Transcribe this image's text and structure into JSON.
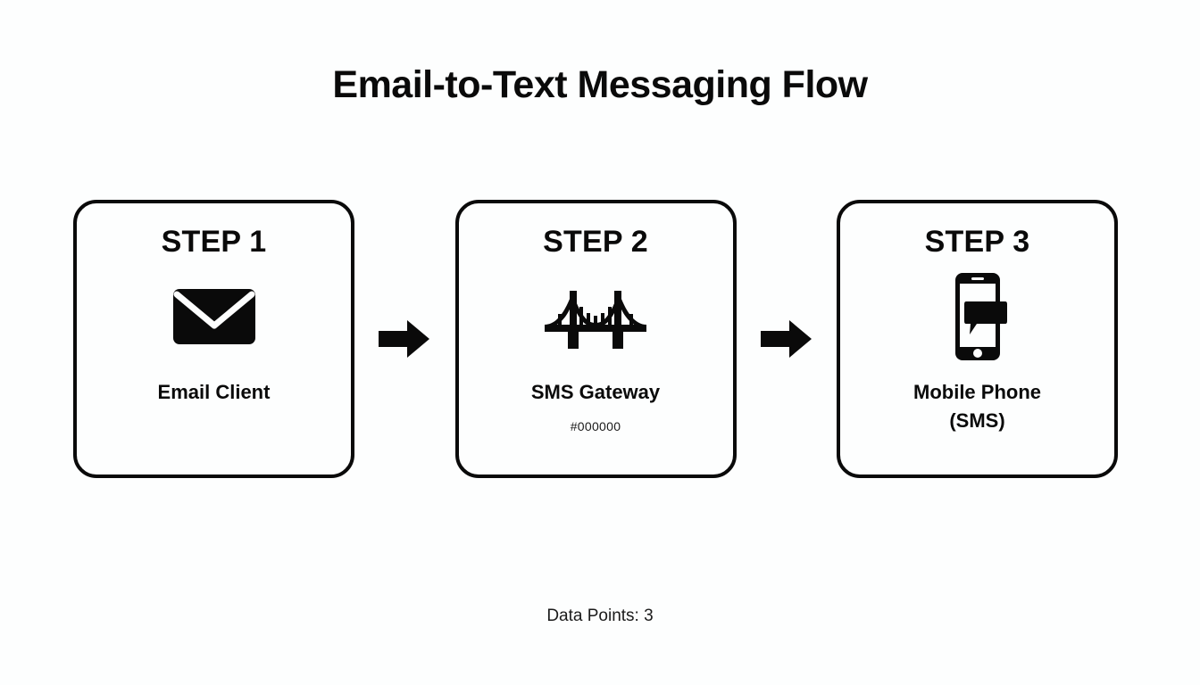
{
  "page": {
    "title": "Email-to-Text Messaging Flow",
    "background_color": "#fdfefe",
    "foreground_color": "#000000",
    "footer": "Data Points: 3"
  },
  "flow": {
    "steps": [
      {
        "heading": "STEP 1",
        "label": "Email Client",
        "meta": "",
        "icon": "envelope-icon"
      },
      {
        "heading": "STEP 2",
        "label": "SMS Gateway",
        "meta": "#000000",
        "icon": "bridge-icon"
      },
      {
        "heading": "STEP 3",
        "label": "Mobile Phone\n(SMS)",
        "meta": "",
        "icon": "mobile-phone-sms-icon"
      }
    ],
    "connectors": [
      {
        "icon": "arrow-right-icon"
      },
      {
        "icon": "arrow-right-icon"
      }
    ]
  }
}
